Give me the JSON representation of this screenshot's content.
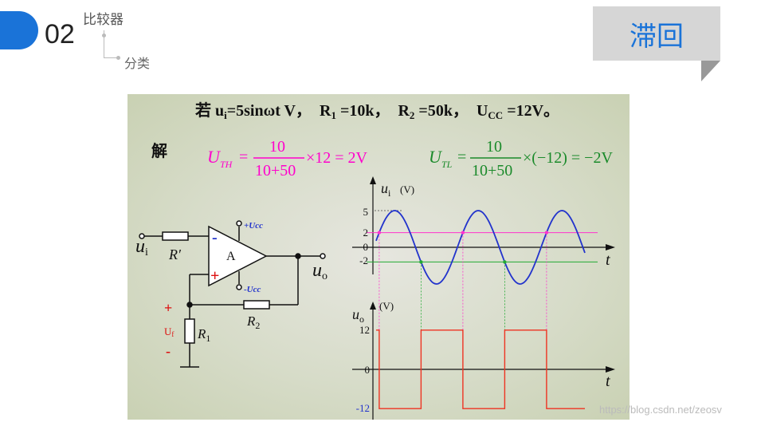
{
  "header": {
    "section_number": "02",
    "breadcrumb_parent": "比较器",
    "breadcrumb_child": "分类",
    "topic_label": "滞回",
    "accent_color": "#1a73d8"
  },
  "slide": {
    "problem": {
      "prefix": "若 ",
      "u_main": "u",
      "u_sub": "i",
      "expr": "=5sinωt  V，",
      "r1_main": "R",
      "r1_sub": "1",
      "r1_val": " =10k，",
      "r2_main": "R",
      "r2_sub": "2",
      "r2_val": " =50k，",
      "ucc_main": "U",
      "ucc_sub": "CC",
      "ucc_val": " =12V。"
    },
    "solution_label": "解",
    "uth": {
      "var_main": "U",
      "var_sub": "TH",
      "numerator": "10",
      "denominator": "10+50",
      "tail": "×12 = 2V",
      "color": "#ff00cc"
    },
    "utl": {
      "var_main": "U",
      "var_sub": "TL",
      "numerator": "10",
      "denominator": "10+50",
      "tail": "×(−12) = −2V",
      "color": "#1a8a2a"
    },
    "circuit": {
      "input_main": "u",
      "input_sub": "i",
      "r_prime": "R′",
      "minus_sign": "-",
      "plus_sign": "+",
      "opamp_label": "A",
      "vcc_pos": "+Ucc",
      "vcc_neg": "-Ucc",
      "output_main": "u",
      "output_sub": "o",
      "r2": "R",
      "r2_sub": "2",
      "r1": "R",
      "r1_sub": "1",
      "uf_main": "U",
      "uf_sub": "f",
      "uf_plus": "+",
      "uf_minus": "-"
    },
    "graph_input": {
      "axis_main": "u",
      "axis_sub": "i",
      "unit": "(V)",
      "t_label": "t",
      "ticks": [
        "5",
        "2",
        "0",
        "-2"
      ],
      "amplitude": 5,
      "upper_threshold": 2,
      "lower_threshold": -2,
      "wave_color": "#2233cc",
      "upper_color": "#ff33cc",
      "lower_color": "#22aa33"
    },
    "graph_output": {
      "axis_main": "u",
      "axis_sub": "o",
      "unit": "(V)",
      "t_label": "t",
      "ticks": [
        "12",
        "0",
        "-12"
      ],
      "high": 12,
      "low": -12,
      "wave_color": "#ee3322"
    }
  },
  "watermark": "https://blog.csdn.net/zeosv"
}
